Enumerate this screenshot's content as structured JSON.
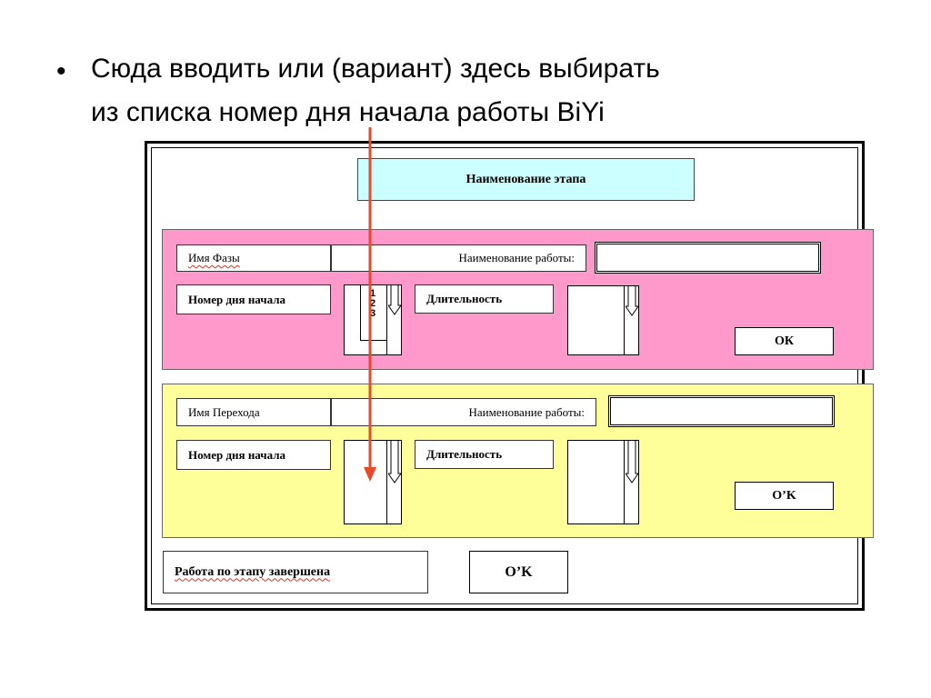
{
  "bullet": {
    "symbol": "•",
    "line1": "Сюда вводить или (вариант) здесь выбирать",
    "line2": "из списка  номер дня начала работы BiYi"
  },
  "stage": {
    "title": "Наименование этапа"
  },
  "phase_panel": {
    "name_label": "Имя Фазы",
    "work_name_label": "Наименование работы:",
    "start_day_label": "Номер дня начала",
    "start_day_options": [
      "1",
      "2",
      "3"
    ],
    "duration_label": "Длительность",
    "ok_label": "ОК"
  },
  "transition_panel": {
    "name_label": "Имя Перехода",
    "work_name_label": "Наименование работы:",
    "start_day_label": "Номер дня начала",
    "duration_label": "Длительность",
    "ok_label": "O’K"
  },
  "footer": {
    "done_label": "Работа по этапу завершена",
    "ok_label": "O’K"
  },
  "colors": {
    "stage_title_bg": "#ccffff",
    "phase_panel_bg": "#ff99cc",
    "transition_panel_bg": "#ffff99",
    "pointer_arrow": "#e8492a"
  },
  "icons": {
    "scroll_arrow": "chevron-down-icon",
    "pointer": "arrow-down-icon"
  }
}
